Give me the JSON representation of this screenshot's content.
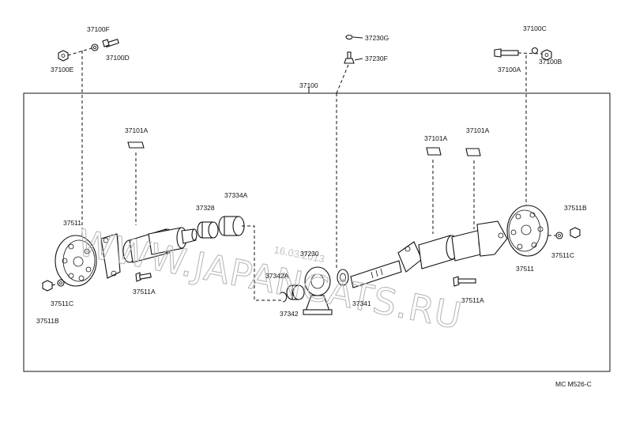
{
  "labels": {
    "p37100": "37100",
    "p37100F": "37100F",
    "p37100D": "37100D",
    "p37100E": "37100E",
    "p37100C": "37100C",
    "p37100A": "37100A",
    "p37100B": "37100B",
    "p37230G": "37230G",
    "p37230F": "37230F",
    "p37101A_left": "37101A",
    "p37101A_mid": "37101A",
    "p37101A_right": "37101A",
    "p37511_left": "37511",
    "p37511_right": "37511",
    "p37328": "37328",
    "p37334A": "37334A",
    "p37511B_right": "37511B",
    "p37511C_right": "37511C",
    "p37230": "37230",
    "p37342A": "37342A",
    "p37342": "37342",
    "p37341": "37341",
    "p37511A_left": "37511A",
    "p37511A_right": "37511A",
    "p37511C_left": "37511C",
    "p37511B_left": "37511B"
  },
  "diagram_code": "MC M526-C",
  "watermark": {
    "text": "WWW.JAPANCATS.RU",
    "date": "16.03.2013"
  }
}
